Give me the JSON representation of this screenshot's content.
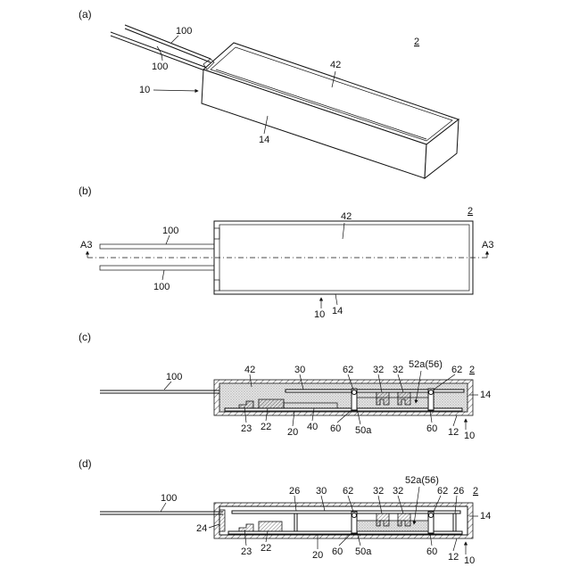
{
  "panels": {
    "a": {
      "label": "(a)",
      "ref": "2",
      "leads": [
        "100",
        "100"
      ],
      "body": "10",
      "top": "42",
      "side": "14"
    },
    "b": {
      "label": "(b)",
      "ref": "2",
      "section_left": "A3",
      "section_right": "A3",
      "top": "42",
      "leads": [
        "100",
        "100"
      ],
      "body": "10",
      "side": "14"
    },
    "c": {
      "label": "(c)",
      "ref": "2",
      "labels": {
        "lead": "100",
        "l42": "42",
        "l30": "30",
        "l62a": "62",
        "l32a": "32",
        "l32b": "32",
        "l52": "52a(56)",
        "l62b": "62",
        "l14": "14",
        "l23": "23",
        "l22": "22",
        "l20": "20",
        "l40": "40",
        "l60a": "60",
        "l50a": "50a",
        "l60b": "60",
        "l12": "12",
        "l10": "10"
      }
    },
    "d": {
      "label": "(d)",
      "ref": "2",
      "labels": {
        "lead": "100",
        "l26a": "26",
        "l30": "30",
        "l62a": "62",
        "l32a": "32",
        "l32b": "32",
        "l52": "52a(56)",
        "l62b": "62",
        "l26b": "26",
        "l14": "14",
        "l24": "24",
        "l23": "23",
        "l22": "22",
        "l20": "20",
        "l60a": "60",
        "l50a": "50a",
        "l60b": "60",
        "l12": "12",
        "l10": "10"
      }
    }
  }
}
